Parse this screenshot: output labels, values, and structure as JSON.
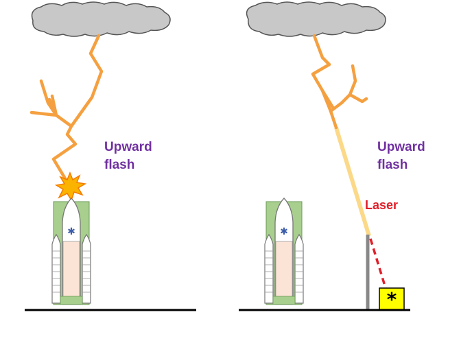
{
  "left_panel": {
    "label_line1": "Upward",
    "label_line2": "flash"
  },
  "right_panel": {
    "label_line1": "Upward",
    "label_line2": "flash",
    "laser_label": "Laser",
    "device_symbol": "*"
  },
  "colors": {
    "cloud_fill": "#c8c8c8",
    "cloud_stroke": "#555555",
    "lightning": "#f5a040",
    "laser_beam": "#fbd988",
    "laser_label": "#e0202a",
    "label_text": "#7030a0",
    "tower_green": "#a8cf8e",
    "rocket_body": "#fbe4d5",
    "device_box": "#ffff00",
    "ground": "#000000"
  },
  "icons": [
    "cloud-icon",
    "lightning-bolt-icon",
    "spark-burst-icon",
    "rocket-launch-pad-icon",
    "laser-device-icon",
    "lightning-rod-icon"
  ]
}
